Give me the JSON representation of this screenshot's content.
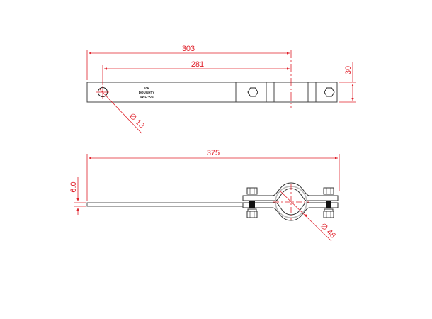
{
  "colors": {
    "dimension": "#e0202a",
    "outline": "#333333",
    "background": "#ffffff"
  },
  "top_view": {
    "dimensions": {
      "overall_length": "303",
      "hole_to_clamp_center": "281",
      "width": "30",
      "hole_diameter": "∅ 13"
    },
    "engraving": {
      "line1": "10K",
      "line2": "DOUGHTY",
      "line3": "SWL -KG"
    }
  },
  "side_view": {
    "dimensions": {
      "total_length": "375",
      "thickness": "6.0",
      "pipe_diameter": "∅ 48"
    }
  }
}
